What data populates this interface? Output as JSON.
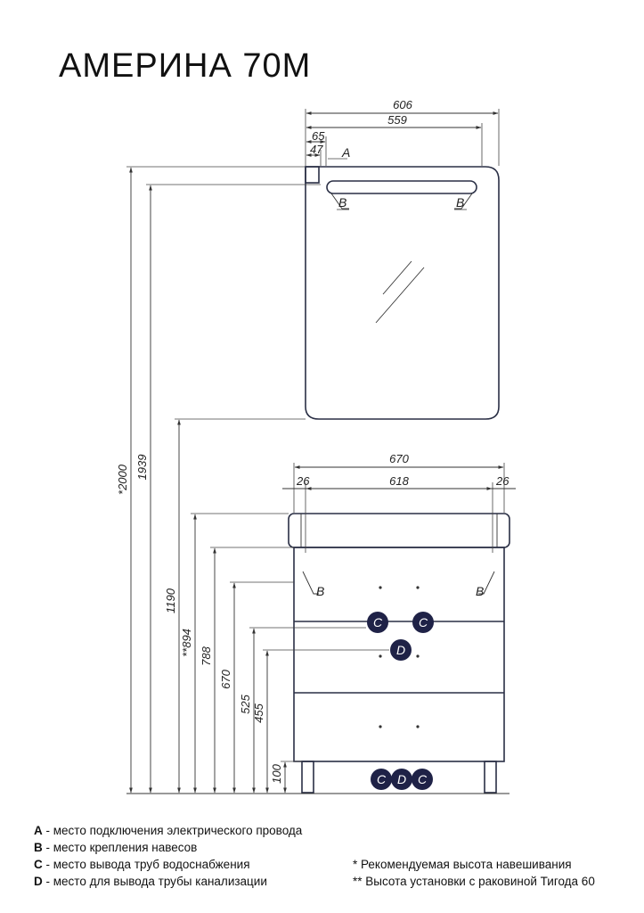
{
  "title": "АМЕРИНА 70М",
  "mirror": {
    "width_total": "606",
    "width_inner": "559",
    "offset_a": "65",
    "offset_b": "47",
    "mark_a": "A",
    "mark_b_left": "B",
    "mark_b_right": "B"
  },
  "cabinet": {
    "width_total": "670",
    "width_inner": "618",
    "side_left": "26",
    "side_right": "26",
    "mark_b_left": "B",
    "mark_b_right": "B",
    "mark_c1": "C",
    "mark_c2": "C",
    "mark_d": "D",
    "bottom_c1": "C",
    "bottom_d": "D",
    "bottom_c2": "C"
  },
  "heights": {
    "h2000": "*2000",
    "h1939": "1939",
    "h1190": "1190",
    "h894": "**894",
    "h788": "788",
    "h670": "670",
    "h525": "525",
    "h455": "455",
    "h100": "100"
  },
  "legend": {
    "a_key": "A",
    "a_text": " - место подключения электрического провода",
    "b_key": "B",
    "b_text": " - место крепления навесов",
    "c_key": "C",
    "c_text": " - место вывода труб водоснабжения",
    "d_key": "D",
    "d_text": " - место для вывода трубы канализации",
    "note1": "* Рекомендуемая высота навешивания",
    "note2": "** Высота установки с раковиной Тигода 60"
  }
}
